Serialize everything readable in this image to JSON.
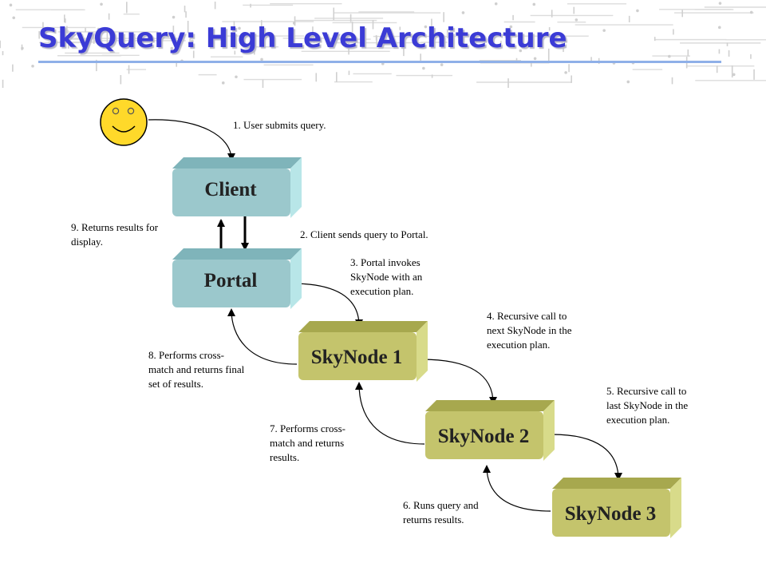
{
  "title": "SkyQuery: High Level Architecture",
  "colors": {
    "title": "#3b3bd6",
    "client_portal": "#9bc8cc",
    "skynode": "#c4c46c",
    "face": "#ffd92a"
  },
  "nodes": {
    "client": "Client",
    "portal": "Portal",
    "skynode1": "SkyNode 1",
    "skynode2": "SkyNode 2",
    "skynode3": "SkyNode 3"
  },
  "icons": {
    "user": "smiley-face-icon"
  },
  "steps": [
    "1. User submits query.",
    "2. Client sends query to Portal.",
    "3. Portal invokes SkyNode with an execution plan.",
    "4. Recursive call to next SkyNode in the execution plan.",
    "5. Recursive call to last SkyNode in the execution plan.",
    "6. Runs query and returns results.",
    "7. Performs cross-match and returns results.",
    "8. Performs cross-match and returns final set of results.",
    "9. Returns results for display."
  ]
}
